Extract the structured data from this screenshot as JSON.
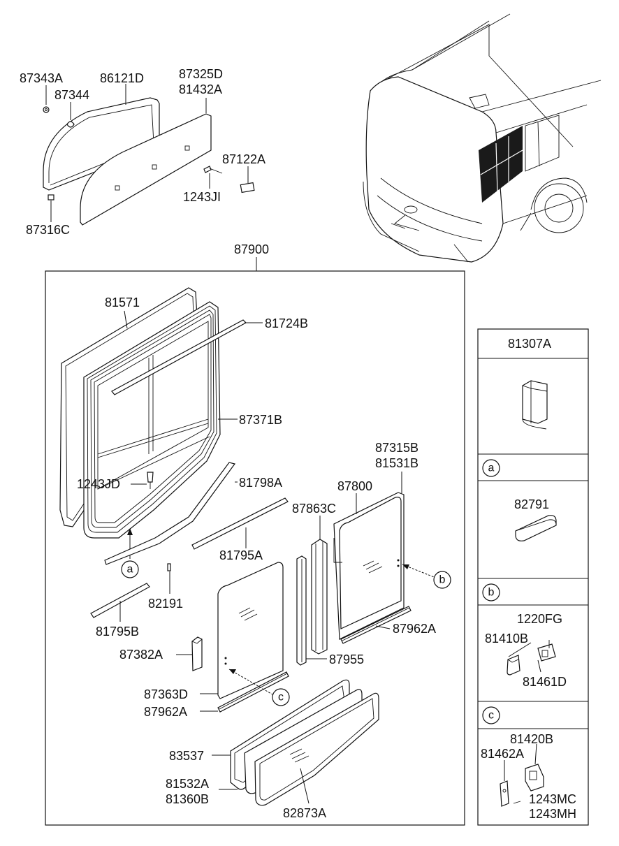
{
  "labels": {
    "p87343A": "87343A",
    "p86121D": "86121D",
    "p87344": "87344",
    "p87325D": "87325D",
    "p81432A": "81432A",
    "p87122A": "87122A",
    "p1243JI": "1243JI",
    "p87316C": "87316C",
    "p87900": "87900",
    "p81571": "81571",
    "p81724B": "81724B",
    "p87371B": "87371B",
    "p1243JD": "1243JD",
    "p81798A": "81798A",
    "p87315B": "87315B",
    "p81531B": "81531B",
    "p87800": "87800",
    "p87863C": "87863C",
    "p81795A": "81795A",
    "p82191": "82191",
    "p81795B": "81795B",
    "p87962A_1": "87962A",
    "p87382A": "87382A",
    "p87955": "87955",
    "p87363D": "87363D",
    "p87962A_2": "87962A",
    "p83537": "83537",
    "p81532A": "81532A",
    "p81360B": "81360B",
    "p82873A": "82873A"
  },
  "callouts": {
    "a": "a",
    "b": "b",
    "c": "c"
  },
  "legend": {
    "header": "81307A",
    "section_a_letter": "a",
    "section_a_part": "82791",
    "section_b_letter": "b",
    "section_b_parts": [
      "1220FG",
      "81410B",
      "81461D"
    ],
    "section_c_letter": "c",
    "section_c_parts": [
      "81420B",
      "81462A",
      "1243MC",
      "1243MH"
    ]
  }
}
